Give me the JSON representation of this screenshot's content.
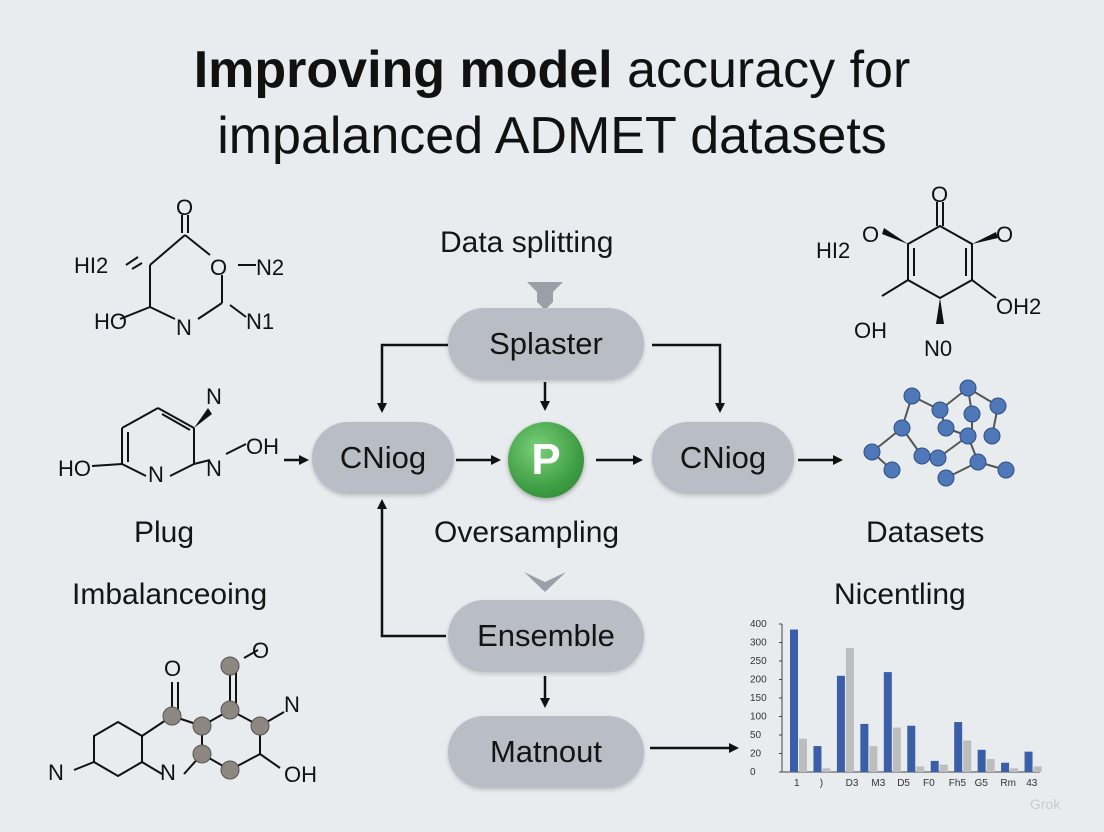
{
  "title": {
    "line1_bold": "Improving model",
    "line1_rest": " accuracy for",
    "line2": "impalanced ADMET datasets"
  },
  "labels": {
    "data_splitting": "Data splitting",
    "oversampling": "Oversampling",
    "plug": "Plug",
    "imbalanceoing": "Imbalanceoing",
    "datasets": "Datasets",
    "nicentling": "Nicentling"
  },
  "nodes": {
    "splaster": "Splaster",
    "cniog_left": "CNiog",
    "p_node": "P",
    "cniog_right": "CNiog",
    "ensemble": "Ensemble",
    "matnout": "Matnout"
  },
  "molecules": {
    "top_left": [
      "HI2",
      "O",
      "O",
      "N2",
      "HO",
      "N",
      "N1"
    ],
    "mid_left": [
      "N",
      "HO",
      "N",
      "N",
      "OH"
    ],
    "bottom_left": [
      "O",
      "O",
      "N",
      "N",
      "N",
      "OH"
    ],
    "top_right": [
      "O",
      "HI2",
      "O",
      "O",
      "OH2",
      "OH",
      "N0"
    ]
  },
  "icons": [
    "down-arrow-icon",
    "molecular-network-icon",
    "p-circle-icon"
  ],
  "colors": {
    "background": "#e9ecee",
    "pill": "#b9bdc6",
    "p_node": "#3f9e44",
    "bar_primary": "#3a5fa8",
    "bar_secondary": "#bdbdbd",
    "network_node": "#4f78b8"
  },
  "chart_data": {
    "type": "bar",
    "categories": [
      "1",
      ")",
      "D3",
      "M3",
      "D5",
      "F0",
      "Fh5",
      "G5",
      "Rm",
      "43"
    ],
    "series": [
      {
        "values": [
          385,
          70,
          260,
          130,
          270,
          125,
          30,
          135,
          60,
          25,
          55
        ]
      },
      {
        "values": [
          90,
          10,
          335,
          70,
          120,
          15,
          20,
          85,
          35,
          10,
          15
        ]
      }
    ],
    "yticks": [
      "400",
      "300",
      "250",
      "200",
      "150",
      "100",
      "50",
      "20",
      "0"
    ],
    "ylim": [
      0,
      400
    ]
  },
  "watermark": "Grok"
}
